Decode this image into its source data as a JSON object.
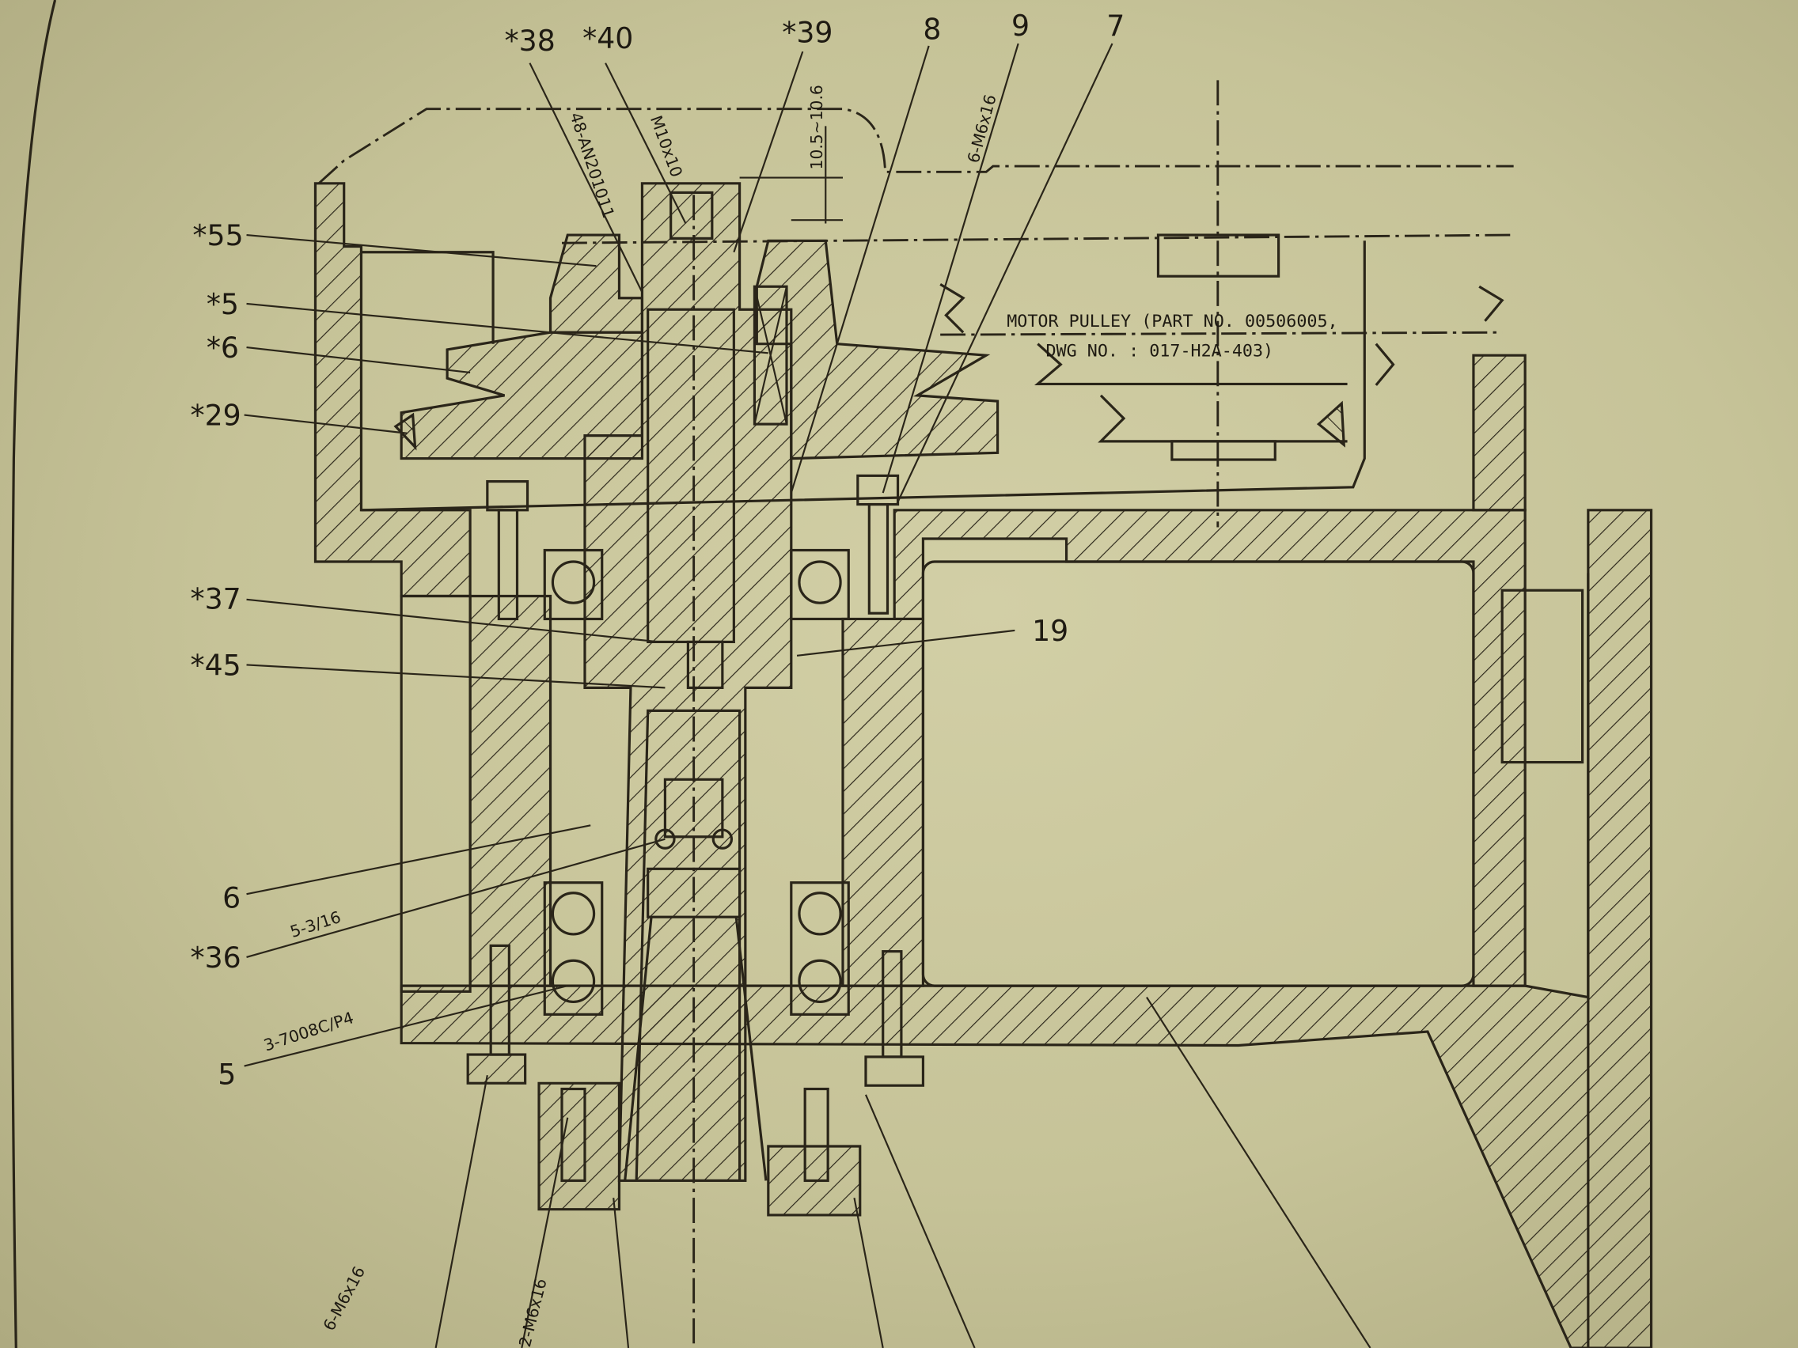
{
  "title": "Spindle head assembly section drawing",
  "callouts": {
    "c38": "*38",
    "c40": "*40",
    "c39": "*39",
    "c8": "8",
    "c9": "9",
    "c7": "7",
    "c55": "*55",
    "c5a": "*5",
    "c6a": "*6",
    "c29": "*29",
    "c37": "*37",
    "c45": "*45",
    "c19": "19",
    "c6b": "6",
    "c36": "*36",
    "c5b": "5"
  },
  "annotations": {
    "nut": "48-AN201011",
    "screw_top": "M10x10",
    "dimension": "10.5~10.6",
    "screw_right": "6-M6x16",
    "balls": "5-3/16",
    "bearing": "3-7008C/P4",
    "screw_bottom_left": "6-M6x16",
    "screw_bottom_mid": "2-M6x16"
  },
  "motor_pulley": {
    "line1": "MOTOR PULLEY (PART NO. 00506005,",
    "line2": "DWG NO. : 017-H2A-403)"
  },
  "colors": {
    "paper": "#c8c49a",
    "ink": "#2a2519"
  }
}
